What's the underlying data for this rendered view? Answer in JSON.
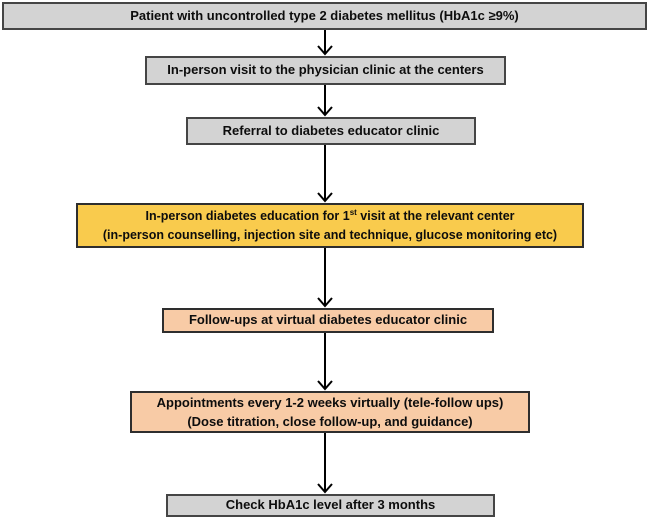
{
  "flowchart": {
    "description": "Diabetes education clinic workflow",
    "steps": {
      "patient": {
        "text": "Patient with uncontrolled type 2 diabetes mellitus (HbA1c ≥9%)"
      },
      "visit": {
        "text": "In-person visit to the physician clinic at the centers"
      },
      "referral": {
        "text": "Referral to diabetes educator clinic"
      },
      "education": {
        "line1_prefix": "In-person diabetes education for 1",
        "line1_sup": "st",
        "line1_suffix": " visit at the relevant center",
        "line2": "(in-person counselling, injection site and technique, glucose monitoring etc)"
      },
      "followups": {
        "text": "Follow-ups at virtual diabetes educator clinic"
      },
      "appointments": {
        "line1": "Appointments every 1-2 weeks virtually (tele-follow ups)",
        "line2": "(Dose titration, close follow-up, and guidance)"
      },
      "check": {
        "text": "Check HbA1c level after 3 months"
      }
    },
    "colors": {
      "gray_fill": "#d3d3d3",
      "gray_border": "#454545",
      "yellow_fill": "#f9cb4d",
      "peach_fill": "#f8cba6",
      "accent_border": "#2e2e2e",
      "arrow": "#000000",
      "background": "#ffffff"
    }
  }
}
